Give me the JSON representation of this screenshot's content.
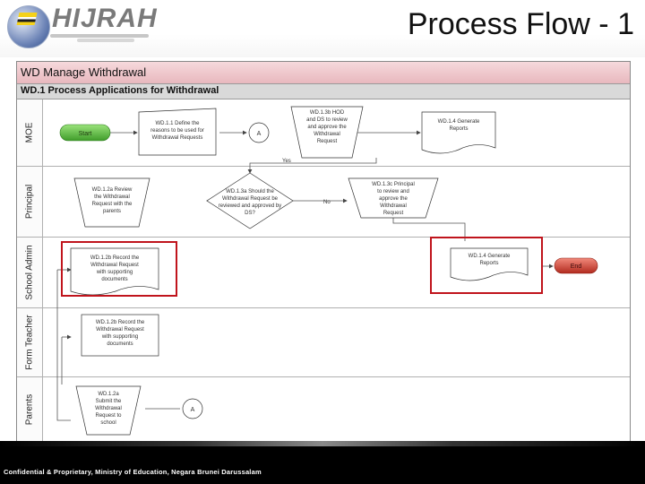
{
  "header": {
    "logo_text": "HIJRAH",
    "title": "Process Flow - 1"
  },
  "diagram": {
    "subprocess_title": "WD Manage Withdrawal",
    "process_title": "WD.1 Process Applications for Withdrawal",
    "lanes": [
      "MOE",
      "Principal",
      "School Admin",
      "Form Teacher",
      "Parents"
    ],
    "nodes": {
      "start": "Start",
      "define_reasons": [
        "WD.1.1 Define the",
        "reasons to be used for",
        "Withdrawal Requests"
      ],
      "connector_a_top": "A",
      "hod_ds_review": [
        "WD.1.3b HOD",
        "and DS to review",
        "and approve the",
        "Withdrawal",
        "Request"
      ],
      "generate_reports_moe": [
        "WD.1.4 Generate",
        "Reports"
      ],
      "principal_review": [
        "WD.1.2a Review",
        "the Withdrawal",
        "Request with the",
        "parents"
      ],
      "decision": [
        "WD.1.3a Should the",
        "Withdrawal Request be",
        "reviewed and approved by",
        "DS?"
      ],
      "principal_approve": [
        "WD.1.3c Principal",
        "to review and",
        "approve the",
        "Withdrawal",
        "Request"
      ],
      "admin_record": [
        "WD.1.2b Record the",
        "Withdrawal Request",
        "with supporting",
        "documents"
      ],
      "generate_reports_admin": [
        "WD.1.4 Generate",
        "Reports"
      ],
      "end": "End",
      "teacher_record": [
        "WD.1.2b Record the",
        "Withdrawal Request",
        "with supporting",
        "documents"
      ],
      "parent_submit": [
        "WD.1.2a",
        "Submit the",
        "Withdrawal",
        "Request to",
        "school"
      ],
      "connector_a_bottom": "A"
    },
    "labels": {
      "yes": "Yes",
      "no": "No"
    },
    "colors": {
      "start_fill": "#66c24a",
      "end_fill": "#d94a3a",
      "highlight": "#c0141c"
    }
  },
  "footer": {
    "text": "Confidential & Proprietary, Ministry of Education, Negara Brunei Darussalam"
  }
}
